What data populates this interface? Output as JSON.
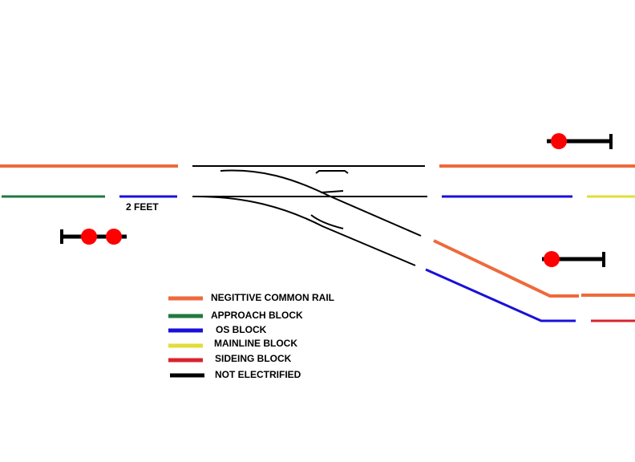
{
  "annotation": {
    "text": "2 FEET"
  },
  "colors": {
    "common_rail": "#ee6a3c",
    "approach": "#1f7a3e",
    "os": "#1a10d8",
    "mainline": "#e2dd3a",
    "siding": "#d9232e",
    "not_electrified": "#000000",
    "signal_lamp": "#ff0000"
  },
  "legend": [
    {
      "label": "NEGITTIVE COMMON RAIL",
      "color": "#ee6a3c"
    },
    {
      "label": "APPROACH BLOCK",
      "color": "#1f7a3e"
    },
    {
      "label": "OS BLOCK",
      "color": "#1a10d8"
    },
    {
      "label": "MAINLINE BLOCK",
      "color": "#e2dd3a"
    },
    {
      "label": "SIDEING BLOCK",
      "color": "#d9232e"
    },
    {
      "label": "NOT ELECTRIFIED",
      "color": "#000000"
    }
  ]
}
